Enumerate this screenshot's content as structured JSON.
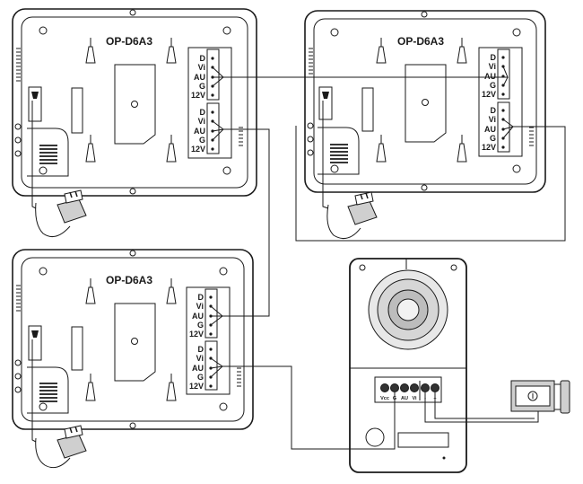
{
  "monitors": [
    {
      "id": "monitor-1",
      "model": "OP-D6A3"
    },
    {
      "id": "monitor-2",
      "model": "OP-D6A3"
    },
    {
      "id": "monitor-3",
      "model": "OP-D6A3"
    }
  ],
  "terminal_labels": [
    "D",
    "Vi",
    "AU",
    "G",
    "12V"
  ],
  "door_station": {
    "terminal_labels": [
      "Vcc",
      "G",
      "AU",
      "Vi"
    ],
    "lock_terminal_labels": [
      "-",
      "+"
    ]
  },
  "icons": {
    "power_adapter": "power-adapter-icon",
    "electric_lock": "electric-lock-icon",
    "speaker": "speaker-icon",
    "camera": "camera-lens-icon"
  },
  "colors": {
    "line": "#1a1a1a",
    "panel_fill": "#ffffff",
    "shade": "#bdbdbd",
    "dark": "#333333"
  }
}
